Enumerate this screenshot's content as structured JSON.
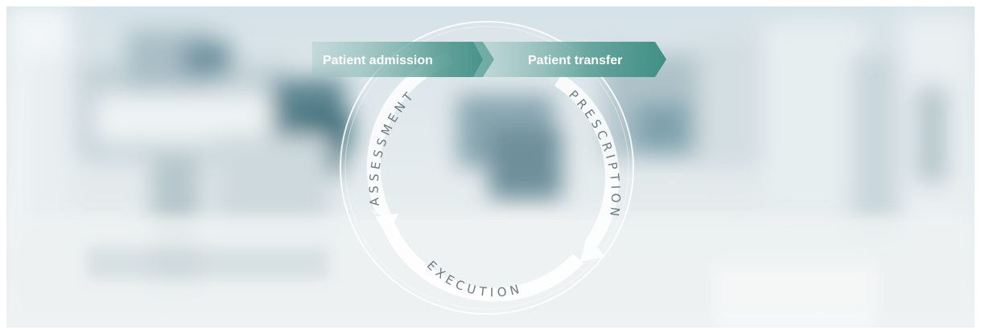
{
  "banners": {
    "admission": "Patient admission",
    "transfer": "Patient transfer"
  },
  "cycle": {
    "assessment": "ASSESSMENT",
    "prescription": "PRESCRIPTION",
    "execution": "EXECUTION"
  },
  "colors": {
    "banner_teal": "#3f8f86",
    "background": "#dfe9ec"
  }
}
